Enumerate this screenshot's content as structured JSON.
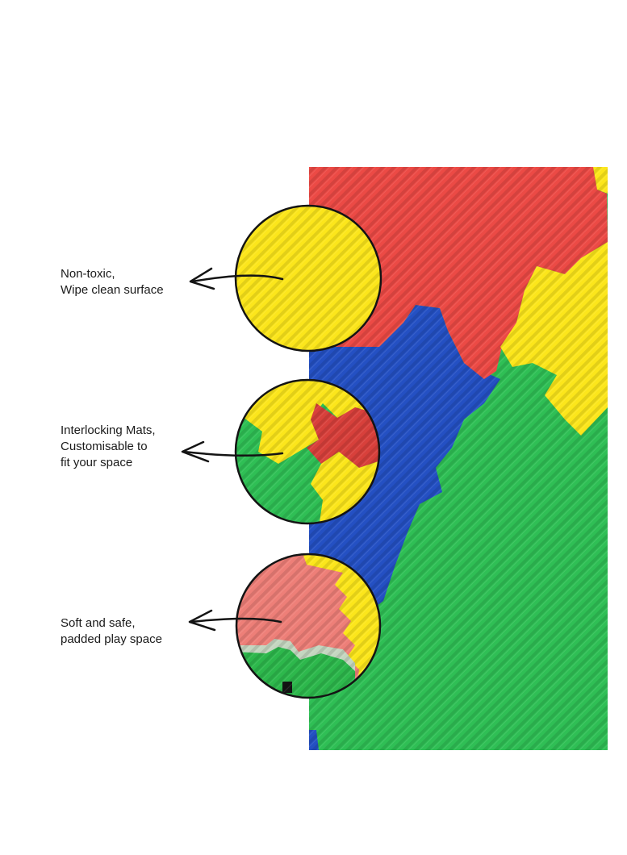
{
  "features": [
    {
      "lines": [
        "Non-toxic,",
        "Wipe clean surface"
      ],
      "detail": "yellow foam texture close-up"
    },
    {
      "lines": [
        "Interlocking Mats,",
        "Customisable to",
        "fit your space"
      ],
      "detail": "interlocking puzzle edges close-up"
    },
    {
      "lines": [
        "Soft and safe,",
        "padded play space"
      ],
      "detail": "padded layered foam edge close-up"
    }
  ],
  "colors": {
    "red": "#ec4a45",
    "yellow": "#fce61b",
    "blue": "#2450c3",
    "green": "#2fbf55",
    "salmon": "#ee7f78",
    "outline": "#141414"
  }
}
